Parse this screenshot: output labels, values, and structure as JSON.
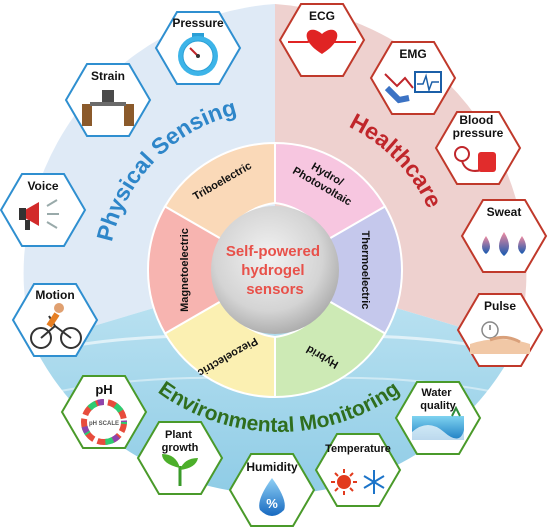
{
  "center": {
    "line1": "Self-powered",
    "line2": "hydrogel",
    "line3": "sensors",
    "color": "#e8514a"
  },
  "sections": {
    "physical": {
      "title": "Physical Sensing",
      "color": "#2e86c9"
    },
    "healthcare": {
      "title": "Healthcare",
      "color": "#c0262b"
    },
    "environmental": {
      "title": "Environmental Monitoring",
      "color": "#2f6e1e"
    }
  },
  "segments": {
    "triboelectric": "Triboelectric",
    "hydro_line1": "Hydro/",
    "hydro_line2": "Photovoltaic",
    "thermoelectric": "Thermoelectric",
    "hybrid": "Hybrid",
    "piezoelectric": "Piezoelectric",
    "magnetoelectric": "Magnetoelectric"
  },
  "hexagons": {
    "pressure": "Pressure",
    "strain": "Strain",
    "voice": "Voice",
    "motion": "Motion",
    "ecg": "ECG",
    "emg": "EMG",
    "blood_line1": "Blood",
    "blood_line2": "pressure",
    "sweat": "Sweat",
    "pulse": "Pulse",
    "ph": "pH",
    "ph_scale": "pH SCALE",
    "plant_line1": "Plant",
    "plant_line2": "growth",
    "humidity": "Humidity",
    "humidity_symbol": "%",
    "temperature": "Temperature",
    "water_line1": "Water",
    "water_line2": "quality"
  }
}
